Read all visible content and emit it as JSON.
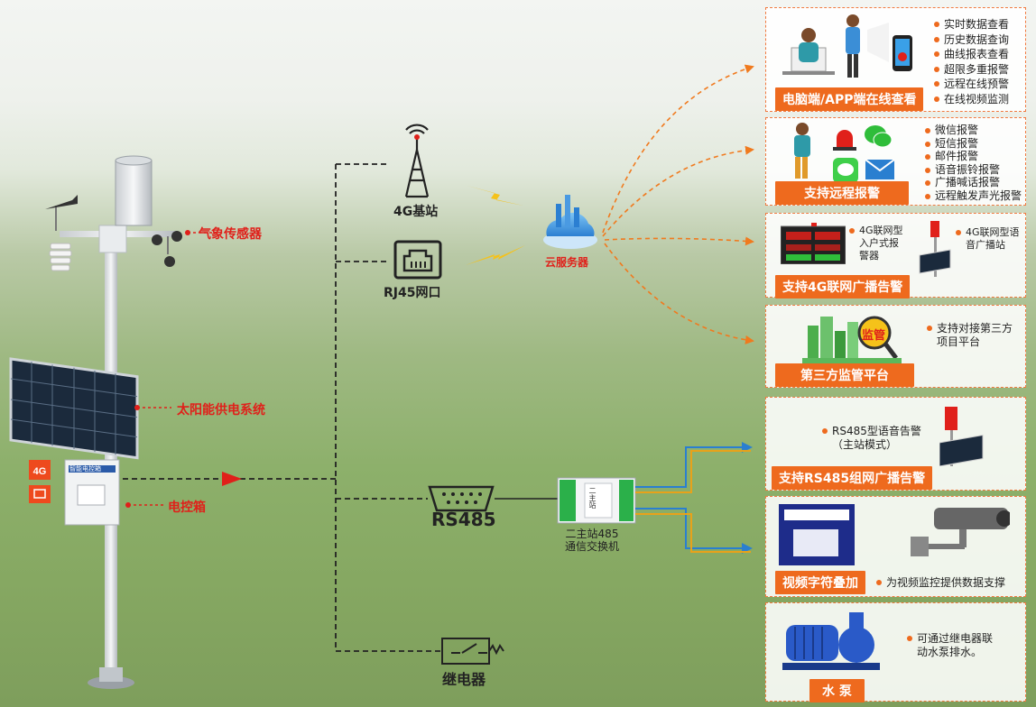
{
  "labels": {
    "weather_sensor": "气象传感器",
    "solar": "太阳能供电系统",
    "control_box": "电控箱",
    "base_station": "4G基站",
    "rj45": "RJ45网口",
    "cloud": "云服务器",
    "rs485": "RS485",
    "switch": "二主站485\n通信交换机",
    "relay": "继电器",
    "box_tag": "智能电控箱",
    "switch_tag": "二主站"
  },
  "panels": {
    "online": {
      "badge": "电脑端/APP端在线查看",
      "items": [
        "实时数据查看",
        "历史数据查询",
        "曲线报表查看",
        "超限多重报警",
        "远程在线预警",
        "在线视频监测"
      ]
    },
    "remote_alarm": {
      "badge": "支持远程报警",
      "items": [
        "微信报警",
        "短信报警",
        "邮件报警",
        "语音振铃报警",
        "广播喊话报警",
        "远程触发声光报警"
      ]
    },
    "broadcast_4g": {
      "badge": "支持4G联网广播告警",
      "note1": "4G联网型\n入户式报\n警器",
      "note2": "4G联网型语\n音广播站"
    },
    "third_party": {
      "badge": "第三方监管平台",
      "note": "支持对接第三方\n项目平台",
      "sign": "监管"
    },
    "rs485_broadcast": {
      "badge": "支持RS485组网广播告警",
      "note": "RS485型语音告警\n（主站模式）"
    },
    "video": {
      "badge": "视频字符叠加",
      "note": "为视频监控提供数据支撑"
    },
    "pump": {
      "badge": "水 泵",
      "note": "可通过继电器联\n动水泵排水。"
    }
  },
  "colors": {
    "accent": "#ee6a1e",
    "red": "#e0201a",
    "wire_dark": "#222222",
    "arrow_orange": "#f07a1e",
    "wire_blue": "#2a7fd0",
    "wire_gold": "#e8a21a"
  }
}
